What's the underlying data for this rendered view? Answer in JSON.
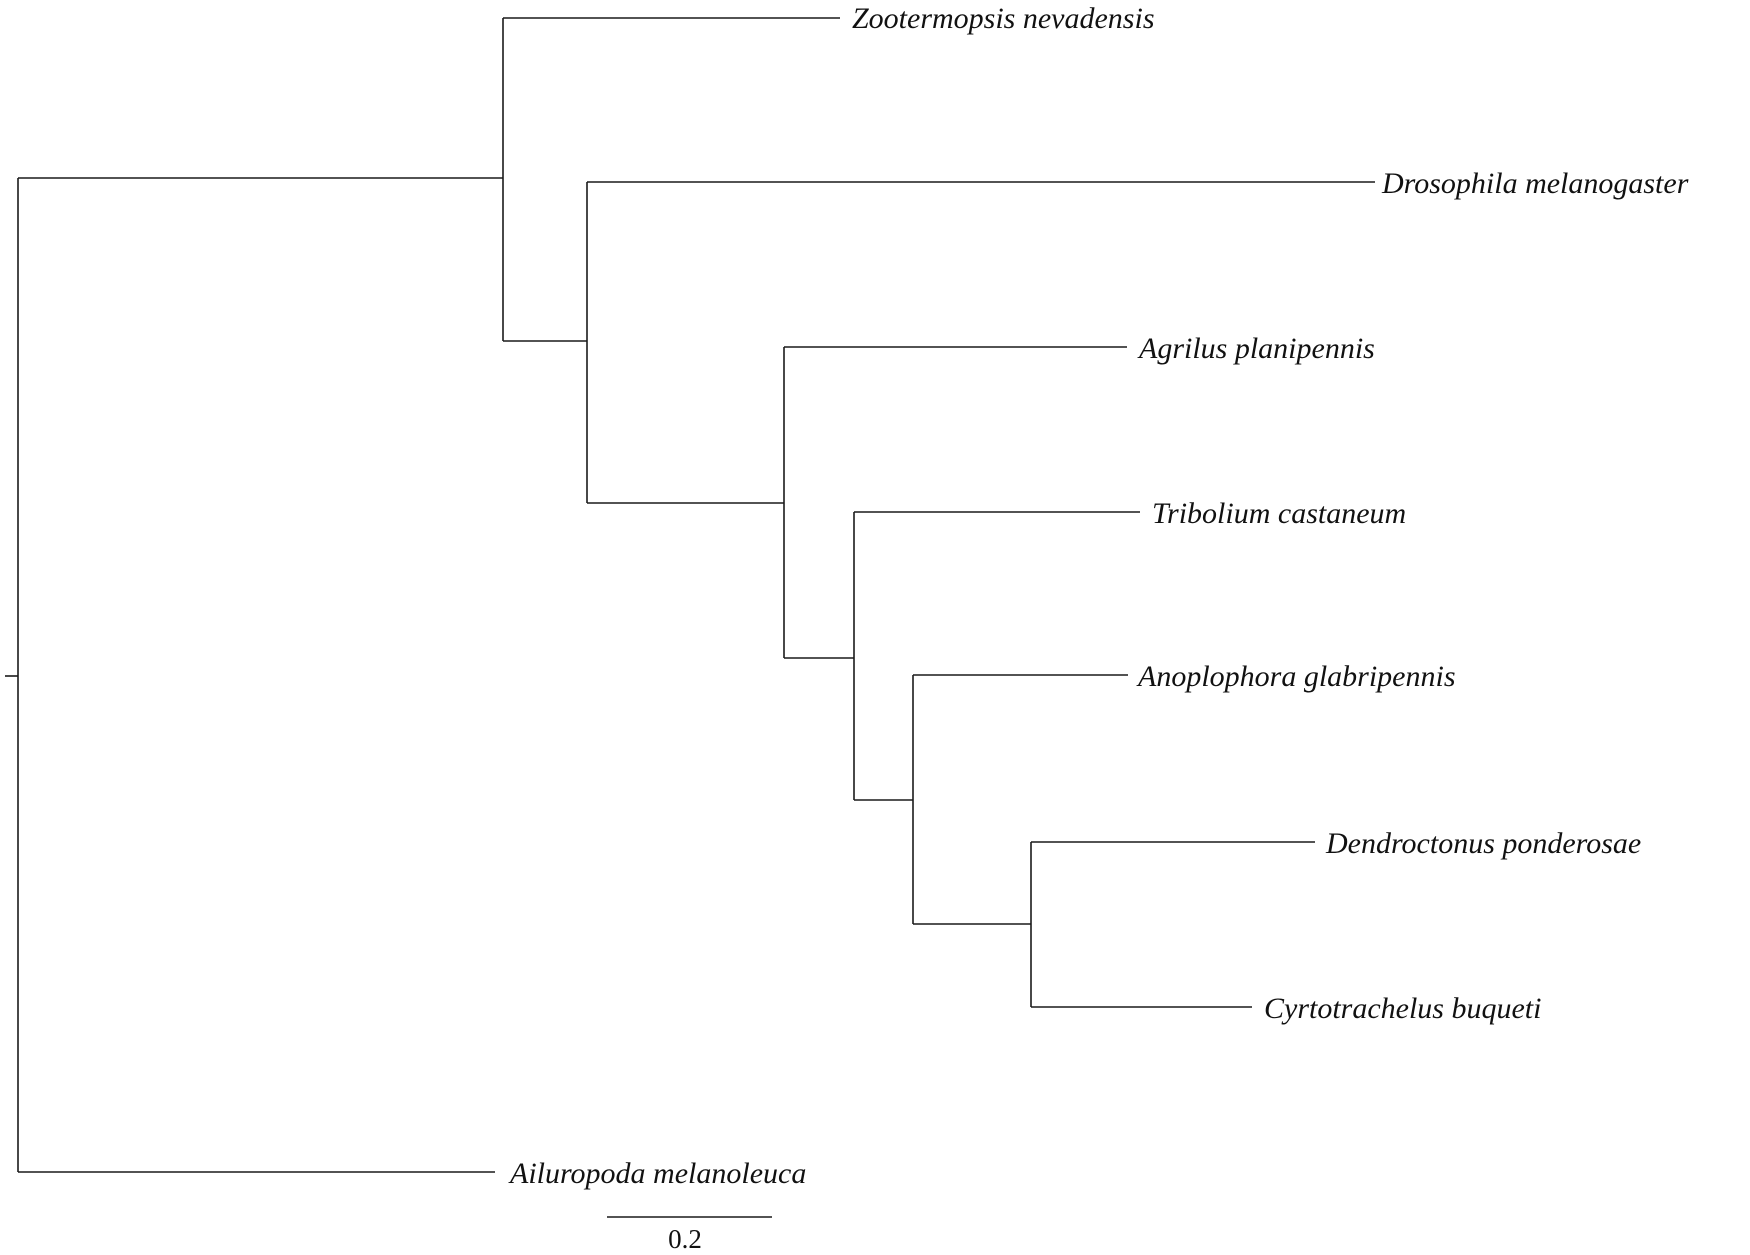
{
  "tree": {
    "leaves": [
      "Zootermopsis nevadensis",
      "Drosophila melanogaster",
      "Agrilus planipennis",
      "Tribolium castaneum",
      "Anoplophora glabripennis",
      "Dendroctonus ponderosae",
      "Cyrtotrachelus buqueti",
      "Ailuropoda melanoleuca"
    ],
    "scale_bar": {
      "label": "0.2"
    }
  }
}
